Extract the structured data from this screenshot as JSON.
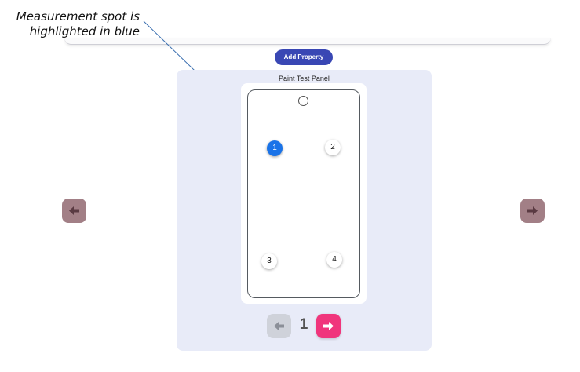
{
  "annotation": {
    "line1": "Measurement spot is",
    "line2": "highlighted in blue"
  },
  "toolbar": {
    "add_property_label": "Add Property"
  },
  "panel": {
    "title": "Paint Test Panel",
    "spots": [
      {
        "label": "1",
        "state": "active"
      },
      {
        "label": "2",
        "state": "default"
      },
      {
        "label": "3",
        "state": "default"
      },
      {
        "label": "4",
        "state": "default"
      }
    ]
  },
  "pager": {
    "current_page": "1"
  },
  "icons": {
    "side_prev": "arrow-left-icon",
    "side_next": "arrow-right-icon",
    "pager_prev": "arrow-left-icon",
    "pager_next": "arrow-right-icon"
  },
  "colors": {
    "active_spot": "#1a73e8",
    "primary_button": "#3947b4",
    "next_button": "#f0357c",
    "side_arrow": "#a27f86",
    "panel_background": "#e8ebf8"
  }
}
